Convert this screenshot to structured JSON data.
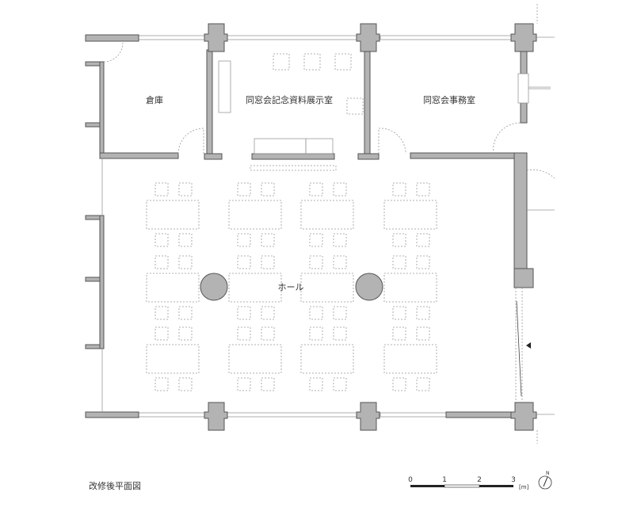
{
  "rooms": {
    "storage": "倉庫",
    "exhibition": "同窓会記念資料展示室",
    "office": "同窓会事務室",
    "hall": "ホール"
  },
  "caption": "改修後平面図",
  "scale_bar": {
    "ticks": [
      "0",
      "1",
      "2",
      "3"
    ],
    "unit": "[m]"
  },
  "north_arrow": {
    "label": "N"
  },
  "colors": {
    "wall": "#b3b3b3",
    "outline": "#555555",
    "furniture": "#999999"
  }
}
